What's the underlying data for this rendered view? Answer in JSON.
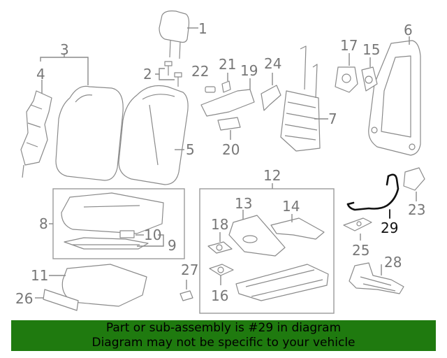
{
  "diagram": {
    "callouts": {
      "c1": "1",
      "c2": "2",
      "c3": "3",
      "c4": "4",
      "c5": "5",
      "c6": "6",
      "c7": "7",
      "c8": "8",
      "c9": "9",
      "c10": "10",
      "c11": "11",
      "c12": "12",
      "c13": "13",
      "c14": "14",
      "c15": "15",
      "c16": "16",
      "c17": "17",
      "c18": "18",
      "c19": "19",
      "c20": "20",
      "c21": "21",
      "c22": "22",
      "c23": "23",
      "c24": "24",
      "c25": "25",
      "c26": "26",
      "c27": "27",
      "c28": "28",
      "c29": "29"
    },
    "highlighted_part": "29"
  },
  "banner": {
    "line1": "Part or sub-assembly is #29 in diagram",
    "line2": "Diagram may not be specific to your vehicle",
    "color": "#1f7a0f"
  }
}
